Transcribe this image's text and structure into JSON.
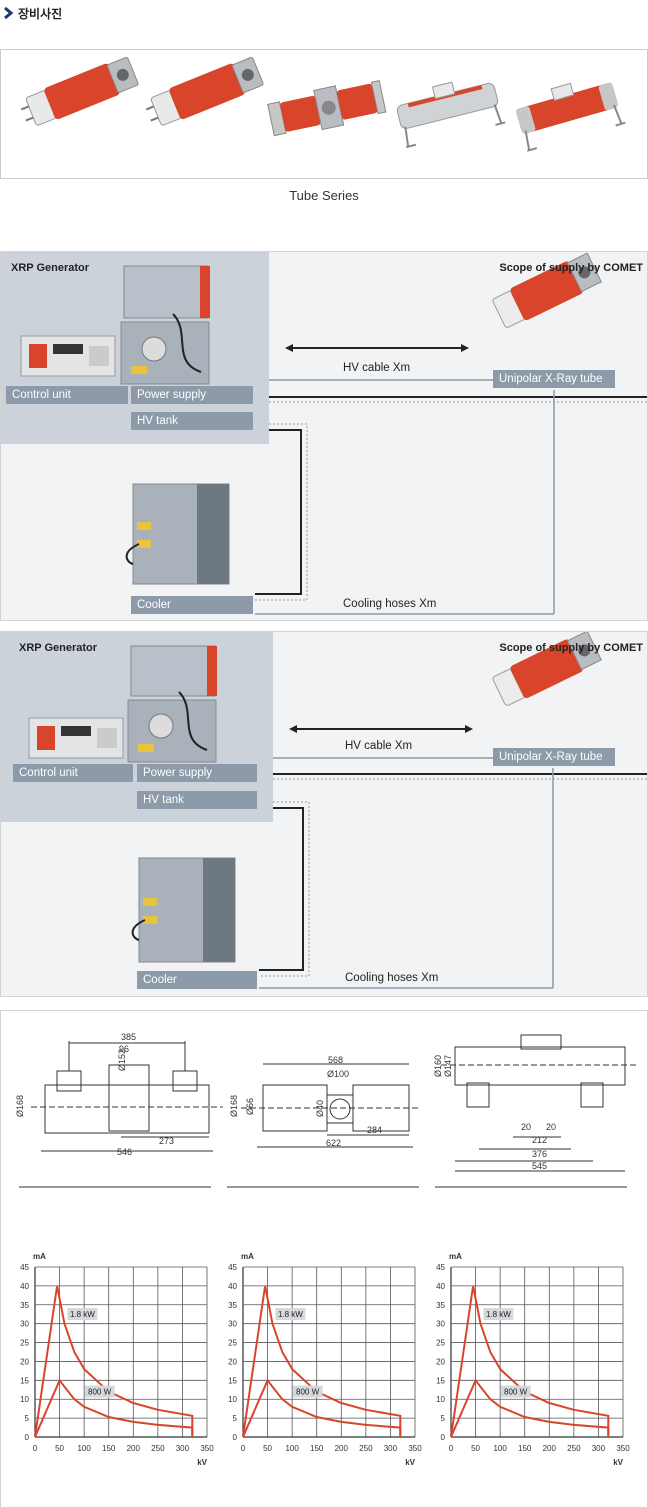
{
  "section": {
    "title": "장비사진"
  },
  "tube_series": {
    "caption": "Tube Series"
  },
  "diagrams": [
    {
      "generator_title": "XRP Generator",
      "scope_title": "Scope of supply by COMET",
      "control_unit": "Control unit",
      "power_supply": "Power supply",
      "hv_tank": "HV tank",
      "cooler": "Cooler",
      "hv_cable": "HV cable Xm",
      "xray_tube": "Unipolar X-Ray tube",
      "cooling_hoses": "Cooling hoses Xm"
    },
    {
      "generator_title": "XRP Generator",
      "scope_title": "Scope of supply by COMET",
      "control_unit": "Control unit",
      "power_supply": "Power supply",
      "hv_tank": "HV tank",
      "cooler": "Cooler",
      "hv_cable": "HV cable Xm",
      "xray_tube": "Unipolar X-Ray tube",
      "cooling_hoses": "Cooling hoses Xm"
    }
  ],
  "drawings": [
    {
      "dims": [
        "385",
        "96",
        "Ø152",
        "Ø168",
        "273",
        "546"
      ]
    },
    {
      "dims": [
        "568",
        "Ø100",
        "Ø168",
        "Ø66",
        "Ø40",
        "284",
        "622"
      ]
    },
    {
      "dims": [
        "Ø147",
        "Ø160",
        "20",
        "20",
        "212",
        "376",
        "545"
      ]
    }
  ],
  "chart_data": [
    {
      "type": "line",
      "ylabel": "mA",
      "xlabel": "kV",
      "xlim": [
        0,
        350
      ],
      "ylim": [
        0,
        45
      ],
      "xticks": [
        "0",
        "50",
        "100",
        "150",
        "200",
        "250",
        "300",
        "350"
      ],
      "yticks": [
        "0",
        "5",
        "10",
        "15",
        "20",
        "25",
        "30",
        "35",
        "40",
        "45"
      ],
      "grid": true,
      "series": [
        {
          "name": "1.8 kW",
          "x": [
            0,
            45,
            60,
            80,
            100,
            150,
            200,
            250,
            320,
            320
          ],
          "y": [
            0,
            40,
            30,
            22.5,
            18,
            12,
            9,
            7.2,
            5.6,
            0
          ]
        },
        {
          "name": "800 W",
          "x": [
            0,
            50,
            60,
            80,
            100,
            150,
            200,
            250,
            320,
            320
          ],
          "y": [
            0,
            15,
            13.3,
            10,
            8,
            5.3,
            4,
            3.2,
            2.5,
            0
          ]
        }
      ],
      "color": "#d9452a"
    },
    {
      "type": "line",
      "ylabel": "mA",
      "xlabel": "kV",
      "xlim": [
        0,
        350
      ],
      "ylim": [
        0,
        45
      ],
      "xticks": [
        "0",
        "50",
        "100",
        "150",
        "200",
        "250",
        "300",
        "350"
      ],
      "yticks": [
        "0",
        "5",
        "10",
        "15",
        "20",
        "25",
        "30",
        "35",
        "40",
        "45"
      ],
      "grid": true,
      "series": [
        {
          "name": "1.8 kW",
          "x": [
            0,
            45,
            60,
            80,
            100,
            150,
            200,
            250,
            320,
            320
          ],
          "y": [
            0,
            40,
            30,
            22.5,
            18,
            12,
            9,
            7.2,
            5.6,
            0
          ]
        },
        {
          "name": "800 W",
          "x": [
            0,
            50,
            60,
            80,
            100,
            150,
            200,
            250,
            320,
            320
          ],
          "y": [
            0,
            15,
            13.3,
            10,
            8,
            5.3,
            4,
            3.2,
            2.5,
            0
          ]
        }
      ],
      "color": "#d9452a"
    },
    {
      "type": "line",
      "ylabel": "mA",
      "xlabel": "kV",
      "xlim": [
        0,
        350
      ],
      "ylim": [
        0,
        45
      ],
      "xticks": [
        "0",
        "50",
        "100",
        "150",
        "200",
        "250",
        "300",
        "350"
      ],
      "yticks": [
        "0",
        "5",
        "10",
        "15",
        "20",
        "25",
        "30",
        "35",
        "40",
        "45"
      ],
      "grid": true,
      "series": [
        {
          "name": "1.8 kW",
          "x": [
            0,
            45,
            60,
            80,
            100,
            150,
            200,
            250,
            320,
            320
          ],
          "y": [
            0,
            40,
            30,
            22.5,
            18,
            12,
            9,
            7.2,
            5.6,
            0
          ]
        },
        {
          "name": "800 W",
          "x": [
            0,
            50,
            60,
            80,
            100,
            150,
            200,
            250,
            320,
            320
          ],
          "y": [
            0,
            15,
            13.3,
            10,
            8,
            5.3,
            4,
            3.2,
            2.5,
            0
          ]
        }
      ],
      "color": "#d9452a"
    }
  ]
}
